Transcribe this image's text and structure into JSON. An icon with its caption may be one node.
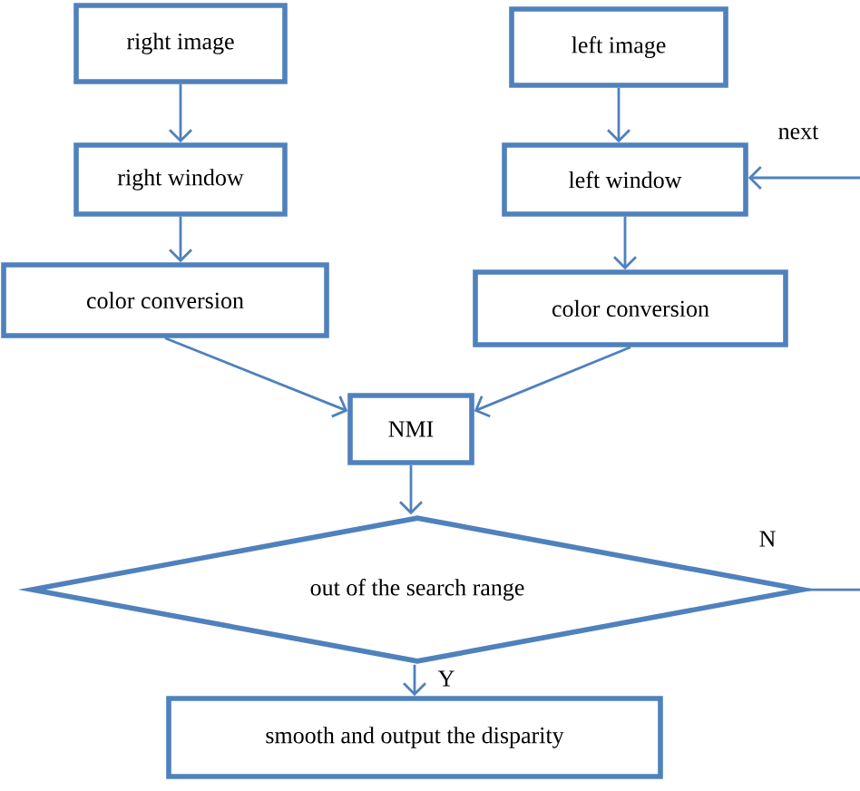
{
  "diagram": {
    "nodes": [
      {
        "text": [
          "right image"
        ]
      },
      {
        "text": [
          "left image"
        ]
      },
      {
        "text": [
          "right window"
        ]
      },
      {
        "text": [
          "left window"
        ]
      },
      {
        "text": [
          "color conversion"
        ]
      },
      {
        "text": [
          "color conversion"
        ]
      },
      {
        "text": [
          "NMI"
        ]
      },
      {
        "text": [
          "out of the search range"
        ]
      },
      {
        "text": [
          "smooth and output the disparity"
        ]
      }
    ],
    "edges": [
      {
        "from": 0,
        "to": 2,
        "arrow": "to"
      },
      {
        "from": 1,
        "to": 3,
        "arrow": "to"
      },
      {
        "from": 2,
        "to": 4,
        "arrow": "to"
      },
      {
        "from": 3,
        "to": 5,
        "arrow": "to"
      },
      {
        "from": 4,
        "to": 6,
        "arrow": "to"
      },
      {
        "from": 5,
        "to": 6,
        "arrow": "to"
      },
      {
        "from": 6,
        "to": 7,
        "arrow": "to"
      },
      {
        "from": 7,
        "to": 8,
        "arrow": "to",
        "label": "Y"
      },
      {
        "from": 7,
        "to": null,
        "arrow": "none",
        "label": "N"
      },
      {
        "from": null,
        "to": 3,
        "arrow": "to",
        "label": "next"
      }
    ]
  }
}
